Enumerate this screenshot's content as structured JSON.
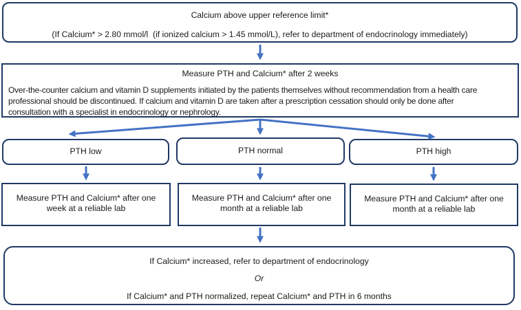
{
  "colors": {
    "box_border": "#1F3864",
    "arrow": "#4472C4",
    "text": "#1a1a1a",
    "background": "#ffffff"
  },
  "flowchart": {
    "start": {
      "line1": "Calcium above upper reference limit*",
      "line2": "(If Calcium* > 2.80 mmol/l  (if ionized calcium > 1.45 mmol/L), refer to department of endocrinology immediately)"
    },
    "measure_after_2_weeks": {
      "heading": "Measure PTH and Calcium* after 2 weeks",
      "body_lines": [
        "Over-the-counter calcium and vitamin D supplements initiated by the patients themselves without recommendation from a health care",
        "professional should be discontinued. If calcium and vitamin D are taken after a prescription cessation should only be done after",
        "consultation with a specialist in endocrinology or nephrology."
      ]
    },
    "branches": [
      {
        "label": "PTH low",
        "action_line1": "Measure PTH and Calcium* after one",
        "action_line2": "week at a reliable lab"
      },
      {
        "label": "PTH normal",
        "action_line1": "Measure PTH and Calcium* after one",
        "action_line2": "month at a reliable lab"
      },
      {
        "label": "PTH high",
        "action_line1": "Measure PTH and Calcium* after one",
        "action_line2": "month at a reliable lab"
      }
    ],
    "outcome": {
      "line1": "If Calcium* increased, refer to department of endocrinology",
      "or_label": "Or",
      "line2": "If Calcium* and PTH normalized, repeat Calcium* and PTH in 6 months"
    }
  }
}
